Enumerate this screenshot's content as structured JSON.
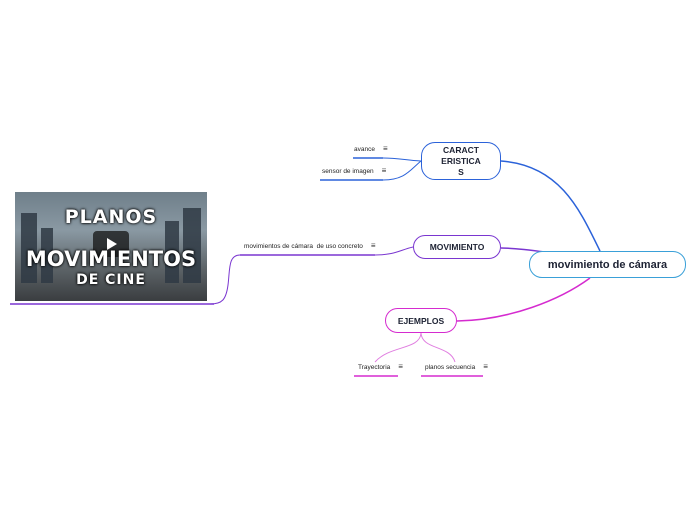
{
  "root": {
    "label": "movimiento de cámara"
  },
  "branches": [
    {
      "label": "CARACTERISTICAS",
      "color": "#2b62d9",
      "children": [
        {
          "label": "avance"
        },
        {
          "label": "sensor de imagen"
        }
      ]
    },
    {
      "label": "MOVIMIENTO",
      "color": "#7a36d0",
      "children": [
        {
          "label": "movimientos de cámara  de uso concreto"
        }
      ]
    },
    {
      "label": "EJEMPLOS",
      "color": "#d52bcf",
      "children": [
        {
          "label": "Trayectoria"
        },
        {
          "label": "planos secuencia"
        }
      ]
    }
  ],
  "menu_icon": "≡",
  "thumbnail": {
    "line1": "PLANOS",
    "line2": "MOVIMIENTOS",
    "line3": "DE CINE",
    "icon": "play-icon"
  }
}
